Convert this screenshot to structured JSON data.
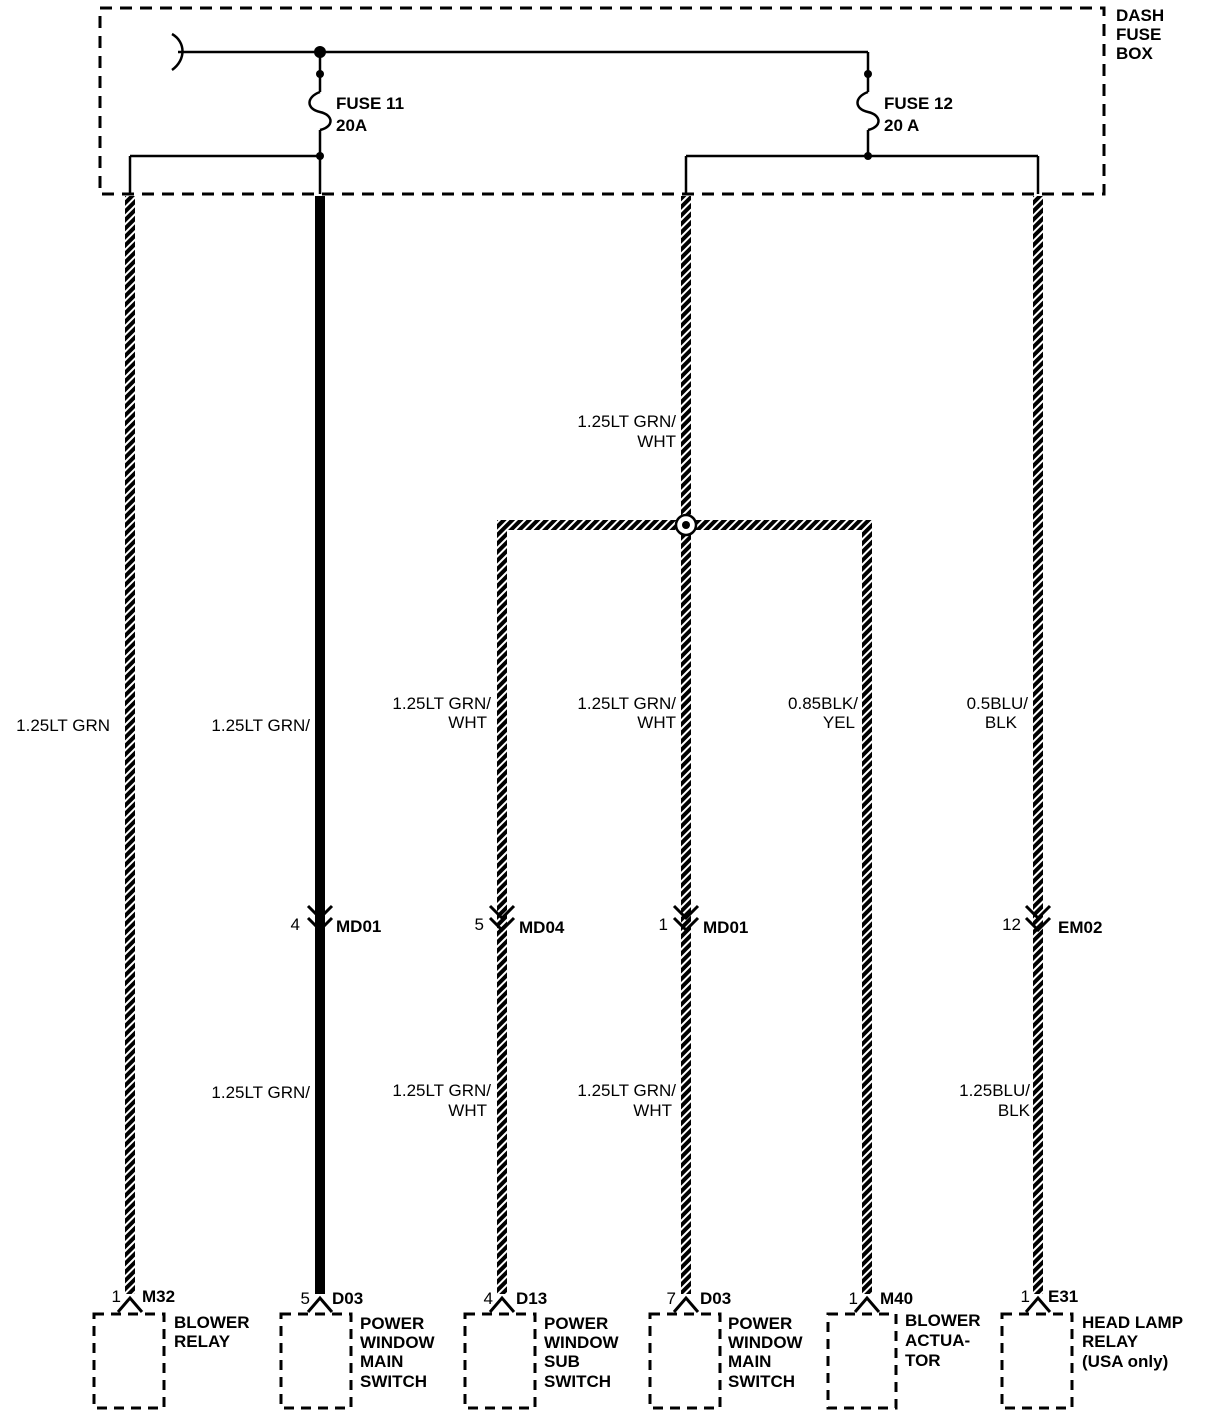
{
  "fuse_box": {
    "label_lines": [
      "DASH",
      "FUSE",
      "BOX"
    ]
  },
  "fuses": [
    {
      "name": "FUSE 11",
      "rating": "20A"
    },
    {
      "name": "FUSE 12",
      "rating": "20 A"
    }
  ],
  "wire_labels": {
    "blower_relay": [
      "1.25LT GRN"
    ],
    "pw_main_upper": [
      "1.25LT GRN/"
    ],
    "pw_main_lower": [
      "1.25LT GRN/"
    ],
    "fuse12_trunk": [
      "1.25LT GRN/",
      "WHT"
    ],
    "sub_upper": [
      "1.25LT GRN/",
      "WHT"
    ],
    "sub_lower": [
      "1.25LT GRN/",
      "WHT"
    ],
    "d03_upper": [
      "1.25LT GRN/",
      "WHT"
    ],
    "d03_lower": [
      "1.25LT GRN/",
      "WHT"
    ],
    "blower_actuator": [
      "0.85BLK/",
      "YEL"
    ],
    "headlamp_upper": [
      "0.5BLU/",
      "BLK"
    ],
    "headlamp_lower": [
      "1.25BLU/",
      "BLK"
    ]
  },
  "connectors": [
    {
      "pin": "4",
      "name": "MD01"
    },
    {
      "pin": "5",
      "name": "MD04"
    },
    {
      "pin": "1",
      "name": "MD01"
    },
    {
      "pin": "12",
      "name": "EM02"
    }
  ],
  "components": [
    {
      "pin": "1",
      "connector": "M32",
      "lines": [
        "BLOWER",
        "RELAY"
      ]
    },
    {
      "pin": "5",
      "connector": "D03",
      "lines": [
        "POWER",
        "WINDOW",
        "MAIN",
        "SWITCH"
      ]
    },
    {
      "pin": "4",
      "connector": "D13",
      "lines": [
        "POWER",
        "WINDOW",
        "SUB",
        "SWITCH"
      ]
    },
    {
      "pin": "7",
      "connector": "D03",
      "lines": [
        "POWER",
        "WINDOW",
        "MAIN",
        "SWITCH"
      ]
    },
    {
      "pin": "1",
      "connector": "M40",
      "lines": [
        "BLOWER",
        "ACTUA-",
        "TOR"
      ]
    },
    {
      "pin": "1",
      "connector": "E31",
      "lines": [
        "HEAD LAMP",
        "RELAY",
        "(USA only)"
      ]
    }
  ]
}
